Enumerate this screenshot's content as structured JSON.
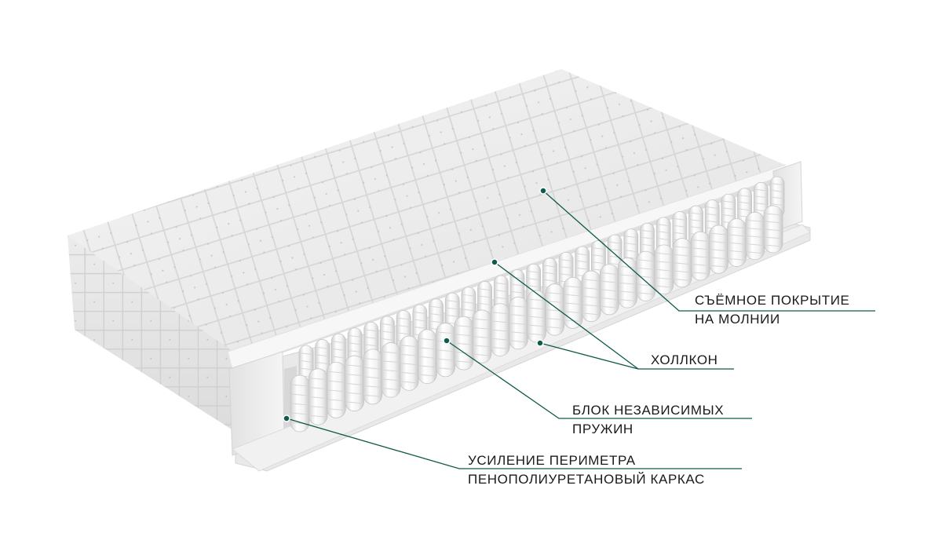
{
  "colors": {
    "callout": "#0f5a4b",
    "label_text": "#1a1a1a"
  },
  "callouts": [
    {
      "line1": "СЪЁМНОЕ ПОКРЫТИЕ",
      "line2": "НА МОЛНИИ"
    },
    {
      "line1": "ХОЛЛКОН",
      "line2": ""
    },
    {
      "line1": "БЛОК НЕЗАВИСИМЫХ",
      "line2": "ПРУЖИН"
    },
    {
      "line1": "УСИЛЕНИЕ ПЕРИМЕТРА",
      "line2": "ПЕНОПОЛИУРЕТАНОВЫЙ КАРКАС"
    }
  ]
}
